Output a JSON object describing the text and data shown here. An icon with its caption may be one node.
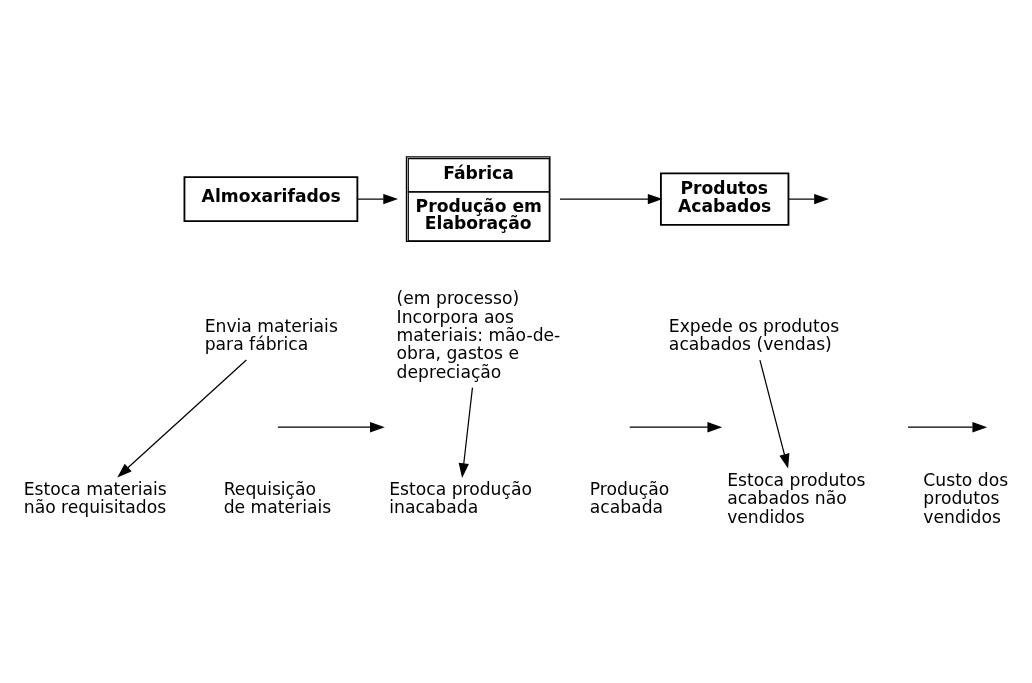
{
  "diagram": {
    "nodes": [
      {
        "text": [
          "Almoxarifados"
        ]
      },
      {
        "text": [
          "Fábrica",
          "Produção em Elaboração"
        ]
      },
      {
        "text": [
          "Produtos Acabados"
        ]
      },
      {
        "text": [
          "Envia materiais para fábrica"
        ]
      },
      {
        "text": [
          "Estoca materiais não requisitados"
        ]
      },
      {
        "text": [
          "(em processo) Incorpora aos materiais: mão-de-obra, gastos e depreciação"
        ]
      },
      {
        "text": [
          "Estoca produção inacabada"
        ]
      },
      {
        "text": [
          "Expede os produtos acabados (vendas)"
        ]
      },
      {
        "text": [
          "Estoca produtos acabados não vendidos"
        ]
      }
    ],
    "edges": [
      {
        "from": 0,
        "to": 1,
        "arrow": "to"
      },
      {
        "from": 1,
        "to": 2,
        "arrow": "to"
      },
      {
        "from": 2,
        "to": null,
        "arrow": "to"
      },
      {
        "from": 3,
        "to": 4,
        "arrow": "to"
      },
      {
        "from": 5,
        "to": 6,
        "arrow": "to"
      },
      {
        "from": 7,
        "to": 8,
        "arrow": "to"
      }
    ],
    "labels": [
      "Requisição de materiais",
      "Produção acabada",
      "Custo dos produtos vendidos"
    ]
  }
}
